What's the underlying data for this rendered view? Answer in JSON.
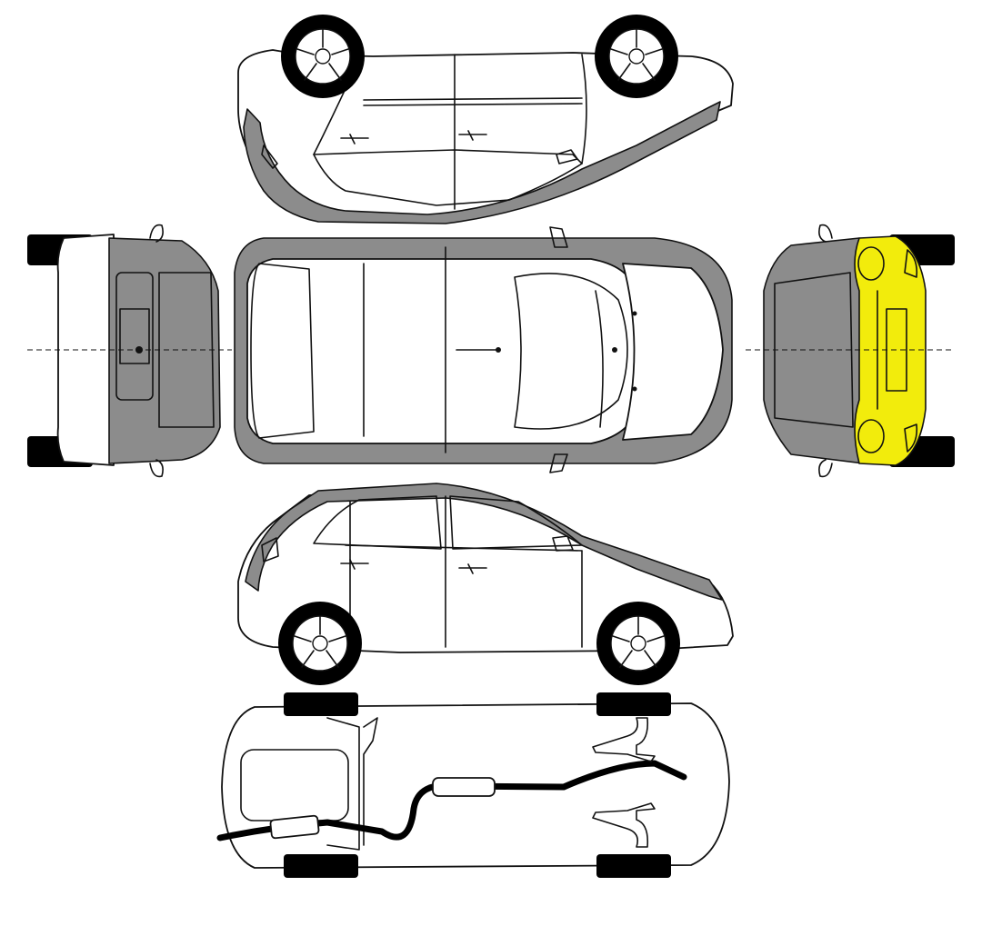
{
  "diagram": {
    "views": [
      "left-side-view-inverted",
      "rear-view",
      "top-view",
      "front-view",
      "right-side-view",
      "underbody-view"
    ],
    "highlighted_part": "front-bumper",
    "colors": {
      "line": "#111111",
      "body_white": "#ffffff",
      "damaged_gray": "#8c8c8c",
      "highlight_yellow": "#f2ec0c",
      "tire": "#000000"
    }
  }
}
